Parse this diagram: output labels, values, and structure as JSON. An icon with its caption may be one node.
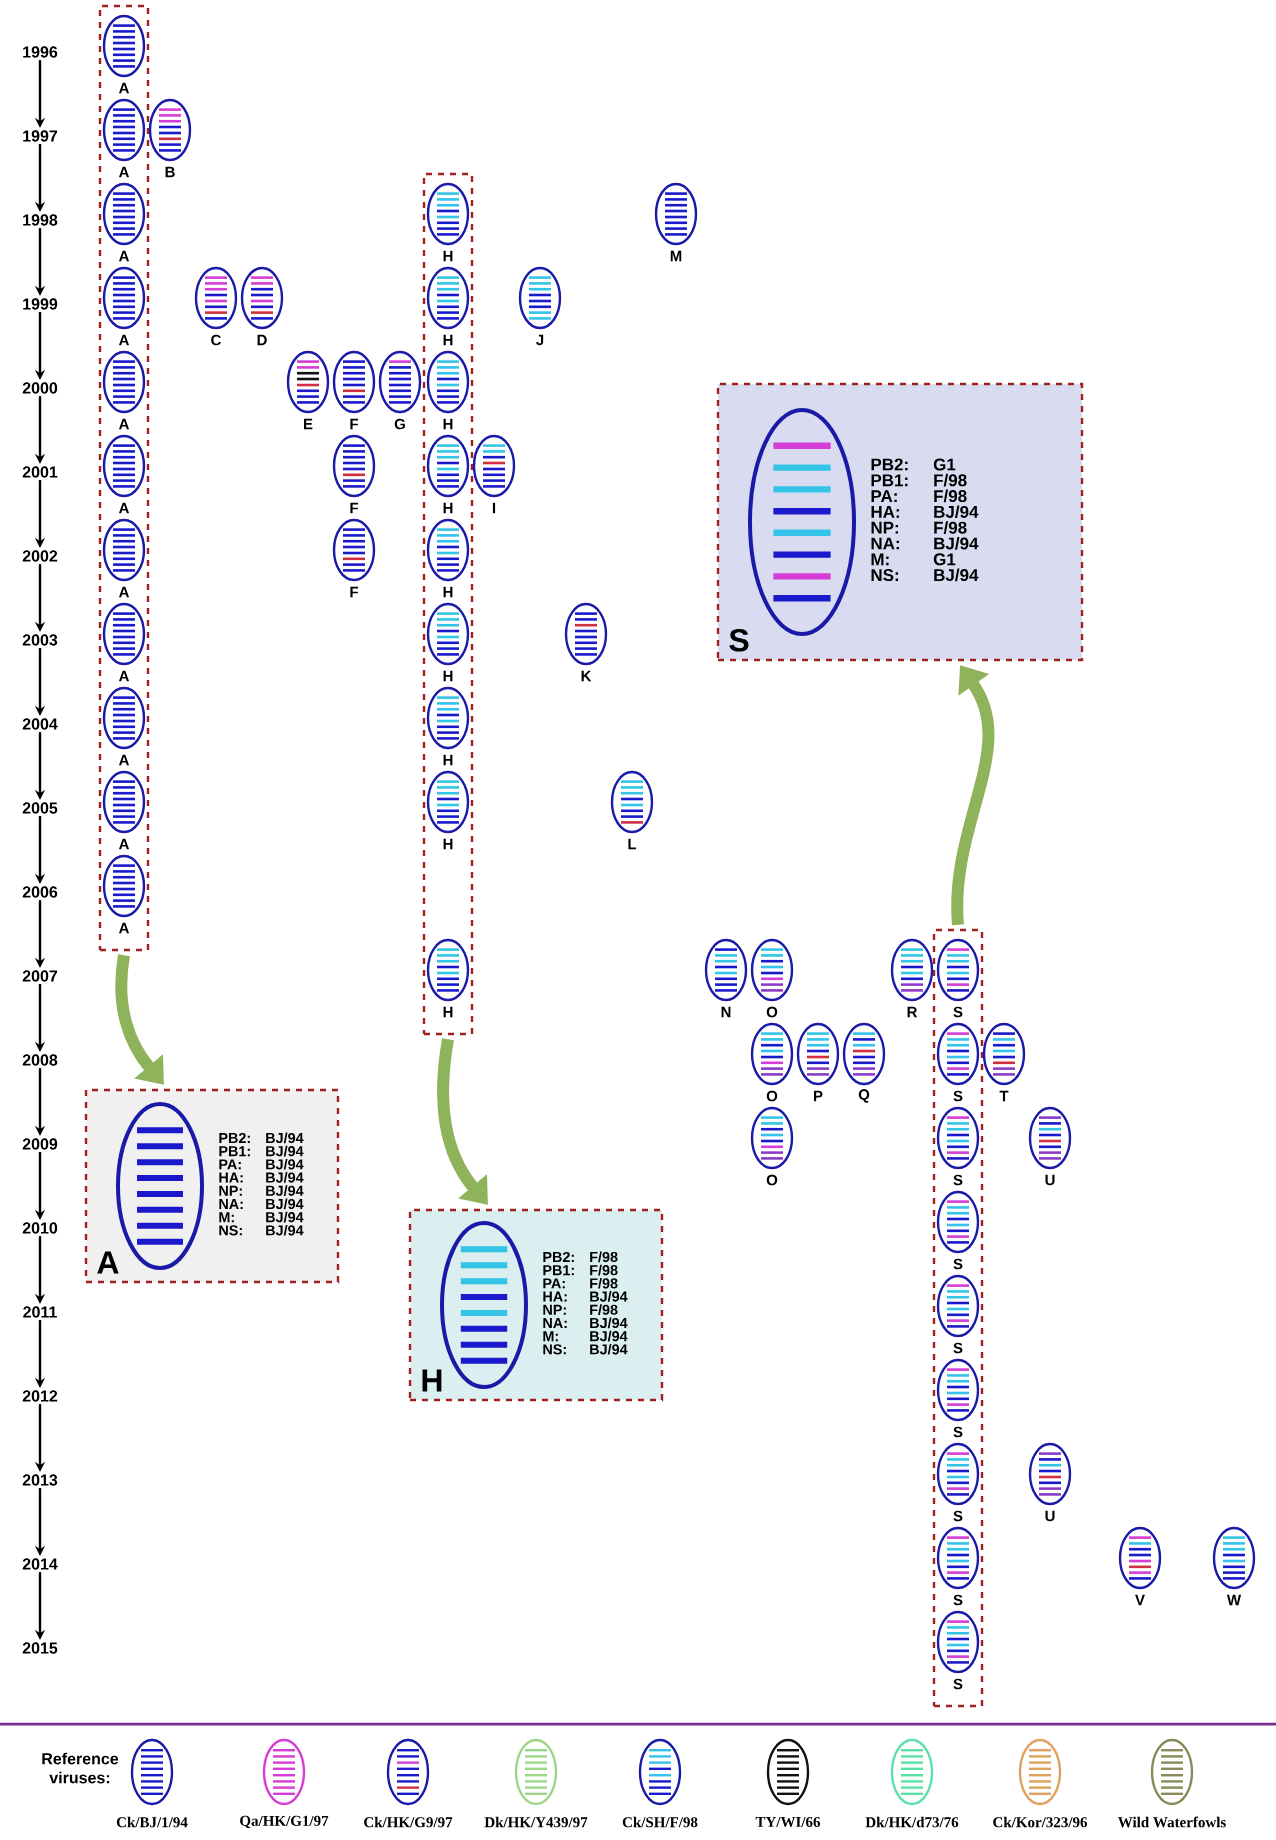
{
  "diagram": {
    "nodes": [
      {
        "text": [
          "1996"
        ]
      },
      {
        "text": [
          "1997"
        ]
      },
      {
        "text": [
          "1998"
        ]
      },
      {
        "text": [
          "1999"
        ]
      },
      {
        "text": [
          "2000"
        ]
      },
      {
        "text": [
          "2001"
        ]
      },
      {
        "text": [
          "2002"
        ]
      },
      {
        "text": [
          "2003"
        ]
      },
      {
        "text": [
          "2004"
        ]
      },
      {
        "text": [
          "2005"
        ]
      },
      {
        "text": [
          "2006"
        ]
      },
      {
        "text": [
          "2007"
        ]
      },
      {
        "text": [
          "2008"
        ]
      },
      {
        "text": [
          "2009"
        ]
      },
      {
        "text": [
          "2010"
        ]
      },
      {
        "text": [
          "2011"
        ]
      },
      {
        "text": [
          "2012"
        ]
      },
      {
        "text": [
          "2013"
        ]
      },
      {
        "text": [
          "2014"
        ]
      },
      {
        "text": [
          "2015"
        ]
      },
      {
        "text": [],
        "shape": "box"
      },
      {
        "text": [
          "A"
        ],
        "in": 20
      },
      {
        "text": [
          "A"
        ],
        "in": 20
      },
      {
        "text": [
          "A"
        ],
        "in": 20
      },
      {
        "text": [
          "A"
        ],
        "in": 20
      },
      {
        "text": [
          "A"
        ],
        "in": 20
      },
      {
        "text": [
          "A"
        ],
        "in": 20
      },
      {
        "text": [
          "A"
        ],
        "in": 20
      },
      {
        "text": [
          "A"
        ],
        "in": 20
      },
      {
        "text": [
          "A"
        ],
        "in": 20
      },
      {
        "text": [
          "A"
        ],
        "in": 20
      },
      {
        "text": [
          "A"
        ],
        "in": 20
      },
      {
        "text": [
          "B"
        ]
      },
      {
        "text": [
          "C"
        ]
      },
      {
        "text": [
          "D"
        ]
      },
      {
        "text": [
          "E"
        ]
      },
      {
        "text": [
          "F"
        ]
      },
      {
        "text": [
          "G"
        ]
      },
      {
        "text": [
          "F"
        ]
      },
      {
        "text": [
          "F"
        ]
      },
      {
        "text": [],
        "shape": "box"
      },
      {
        "text": [
          "H"
        ],
        "in": 40
      },
      {
        "text": [
          "H"
        ],
        "in": 40
      },
      {
        "text": [
          "H"
        ],
        "in": 40
      },
      {
        "text": [
          "H"
        ],
        "in": 40
      },
      {
        "text": [
          "H"
        ],
        "in": 40
      },
      {
        "text": [
          "H"
        ],
        "in": 40
      },
      {
        "text": [
          "H"
        ],
        "in": 40
      },
      {
        "text": [
          "H"
        ],
        "in": 40
      },
      {
        "text": [
          "H"
        ],
        "in": 40
      },
      {
        "text": [
          "I"
        ]
      },
      {
        "text": [
          "J"
        ]
      },
      {
        "text": [
          "K"
        ]
      },
      {
        "text": [
          "L"
        ]
      },
      {
        "text": [
          "M"
        ]
      },
      {
        "text": [
          "N"
        ]
      },
      {
        "text": [
          "O"
        ]
      },
      {
        "text": [
          "R"
        ]
      },
      {
        "text": [],
        "shape": "box"
      },
      {
        "text": [
          "S"
        ],
        "in": 58
      },
      {
        "text": [
          "S"
        ],
        "in": 58
      },
      {
        "text": [
          "S"
        ],
        "in": 58
      },
      {
        "text": [
          "S"
        ],
        "in": 58
      },
      {
        "text": [
          "S"
        ],
        "in": 58
      },
      {
        "text": [
          "S"
        ],
        "in": 58
      },
      {
        "text": [
          "S"
        ],
        "in": 58
      },
      {
        "text": [
          "S"
        ],
        "in": 58
      },
      {
        "text": [
          "S"
        ],
        "in": 58
      },
      {
        "text": [
          "O"
        ]
      },
      {
        "text": [
          "P"
        ]
      },
      {
        "text": [
          "Q"
        ]
      },
      {
        "text": [
          "T"
        ]
      },
      {
        "text": [
          "O"
        ]
      },
      {
        "text": [
          "U"
        ]
      },
      {
        "text": [
          "U"
        ]
      },
      {
        "text": [
          "V"
        ]
      },
      {
        "text": [
          "W"
        ]
      },
      {
        "text": [
          "A",
          "PB2:",
          "BJ/94",
          "PB1:",
          "BJ/94",
          "PA:",
          "BJ/94",
          "HA:",
          "BJ/94",
          "NP:",
          "BJ/94",
          "NA:",
          "BJ/94",
          "M:",
          "BJ/94",
          "NS:",
          "BJ/94"
        ]
      },
      {
        "text": [
          "H",
          "PB2:",
          "F/98",
          "PB1:",
          "F/98",
          "PA:",
          "F/98",
          "HA:",
          "BJ/94",
          "NP:",
          "F/98",
          "NA:",
          "BJ/94",
          "M:",
          "BJ/94",
          "NS:",
          "BJ/94"
        ]
      },
      {
        "text": [
          "S",
          "PB2:",
          "G1",
          "PB1:",
          "F/98",
          "PA:",
          "F/98",
          "HA:",
          "BJ/94",
          "NP:",
          "F/98",
          "NA:",
          "BJ/94",
          "M:",
          "G1",
          "NS:",
          "BJ/94"
        ]
      }
    ],
    "edges": [
      {
        "from": 0,
        "to": 1,
        "arrow": "to"
      },
      {
        "from": 1,
        "to": 2,
        "arrow": "to"
      },
      {
        "from": 2,
        "to": 3,
        "arrow": "to"
      },
      {
        "from": 3,
        "to": 4,
        "arrow": "to"
      },
      {
        "from": 4,
        "to": 5,
        "arrow": "to"
      },
      {
        "from": 5,
        "to": 6,
        "arrow": "to"
      },
      {
        "from": 6,
        "to": 7,
        "arrow": "to"
      },
      {
        "from": 7,
        "to": 8,
        "arrow": "to"
      },
      {
        "from": 8,
        "to": 9,
        "arrow": "to"
      },
      {
        "from": 9,
        "to": 10,
        "arrow": "to"
      },
      {
        "from": 10,
        "to": 11,
        "arrow": "to"
      },
      {
        "from": 11,
        "to": 12,
        "arrow": "to"
      },
      {
        "from": 12,
        "to": 13,
        "arrow": "to"
      },
      {
        "from": 13,
        "to": 14,
        "arrow": "to"
      },
      {
        "from": 14,
        "to": 15,
        "arrow": "to"
      },
      {
        "from": 15,
        "to": 16,
        "arrow": "to"
      },
      {
        "from": 16,
        "to": 17,
        "arrow": "to"
      },
      {
        "from": 17,
        "to": 18,
        "arrow": "to"
      },
      {
        "from": 18,
        "to": 19,
        "arrow": "to"
      },
      {
        "from": 20,
        "to": 77,
        "arrow": "to",
        "style": "thick",
        "color": "#8fb35a"
      },
      {
        "from": 40,
        "to": 78,
        "arrow": "to",
        "style": "thick",
        "color": "#8fb35a"
      },
      {
        "from": 58,
        "to": 79,
        "arrow": "to",
        "style": "thick",
        "color": "#8fb35a"
      }
    ],
    "labels": [
      "Reference viruses:"
    ],
    "legend": [
      {
        "text": "Ck/BJ/1/94"
      },
      {
        "text": "Qa/HK/G1/97"
      },
      {
        "text": "Ck/HK/G9/97"
      },
      {
        "text": "Dk/HK/Y439/97"
      },
      {
        "text": "Ck/SH/F/98"
      },
      {
        "text": "TY/WI/66"
      },
      {
        "text": "Dk/HK/d73/76"
      },
      {
        "text": "Ck/Kor/323/96"
      },
      {
        "text": "Wild Waterfowls"
      }
    ]
  }
}
